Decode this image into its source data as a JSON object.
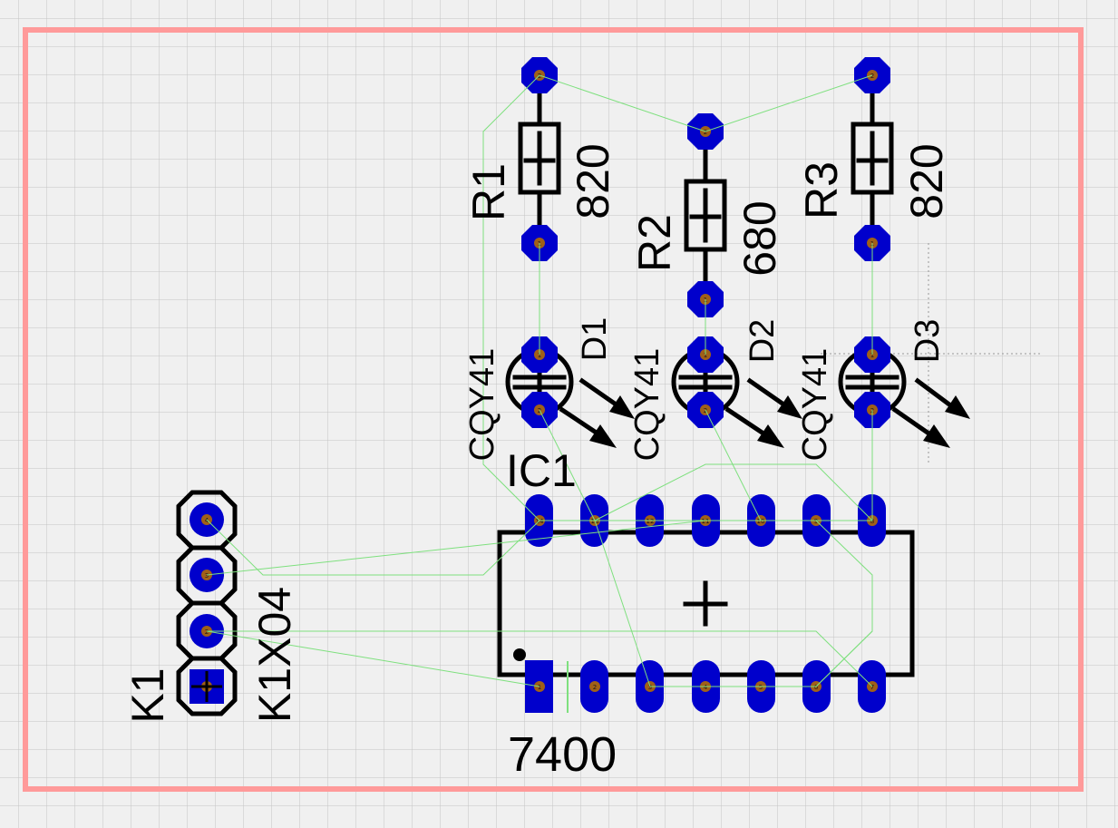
{
  "colors": {
    "background": "#f0f0f0",
    "grid": "#c4c4c4",
    "board_outline": "#ff9a9a",
    "pad": "#0000cc",
    "drill": "#a06018",
    "silkscreen": "#000000",
    "ratsnest": "#7ee07e"
  },
  "components": {
    "r1": {
      "ref": "R1",
      "value": "820"
    },
    "r2": {
      "ref": "R2",
      "value": "680"
    },
    "r3": {
      "ref": "R3",
      "value": "820"
    },
    "d1": {
      "ref": "D1",
      "value": "CQY41"
    },
    "d2": {
      "ref": "D2",
      "value": "CQY41"
    },
    "d3": {
      "ref": "D3",
      "value": "CQY41"
    },
    "ic1": {
      "ref": "IC1",
      "value": "7400"
    },
    "k1": {
      "ref": "K1",
      "value": "K1X04"
    }
  },
  "pins": {
    "ic1": [
      "1",
      "2",
      "3",
      "4",
      "5",
      "6",
      "7",
      "8",
      "9",
      "10",
      "11",
      "12",
      "13",
      "14"
    ],
    "k1": [
      "1",
      "2",
      "3",
      "4"
    ],
    "two": [
      "1",
      "2"
    ]
  }
}
